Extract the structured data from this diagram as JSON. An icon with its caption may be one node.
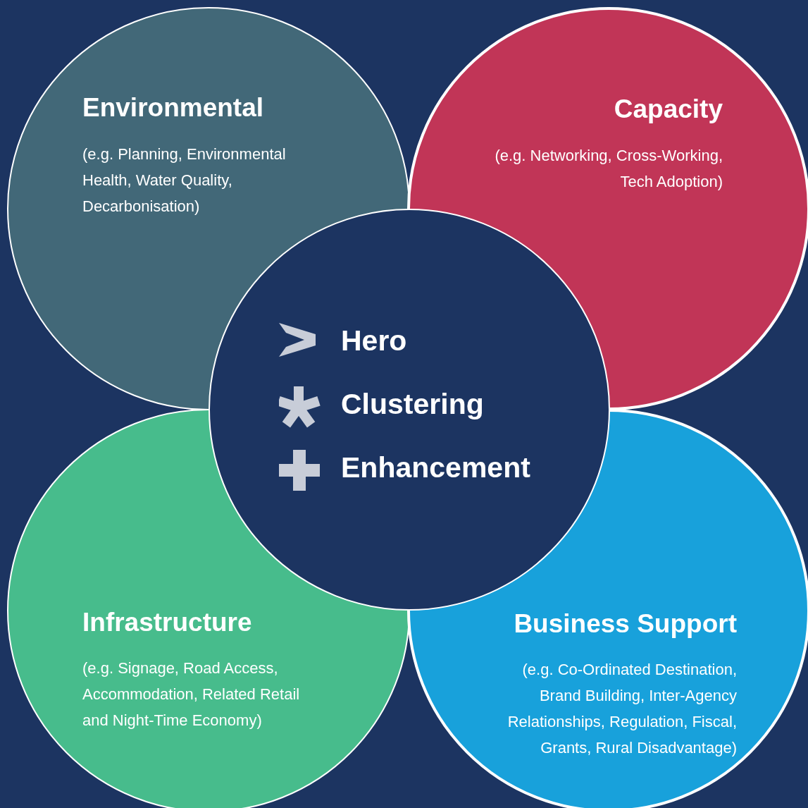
{
  "diagram": {
    "nodes": [
      {
        "text": [
          "Environmental",
          "(e.g. Planning, Environmental Health, Water Quality, Decarbonisation)"
        ]
      },
      {
        "text": [
          "Capacity",
          "(e.g. Networking, Cross-Working, Tech Adoption)"
        ]
      },
      {
        "text": [
          "Infrastructure",
          "(e.g. Signage, Road Access, Accommodation, Related Retail and Night-Time Economy)"
        ]
      },
      {
        "text": [
          "Business Support",
          "(e.g. Co-Ordinated Destination, Brand Building, Inter-Agency Relationships, Regulation, Fiscal, Grants, Rural Disadvantage)"
        ]
      },
      {
        "text": [
          "Hero",
          "Clustering",
          "Enhancement"
        ]
      }
    ],
    "edges": []
  }
}
